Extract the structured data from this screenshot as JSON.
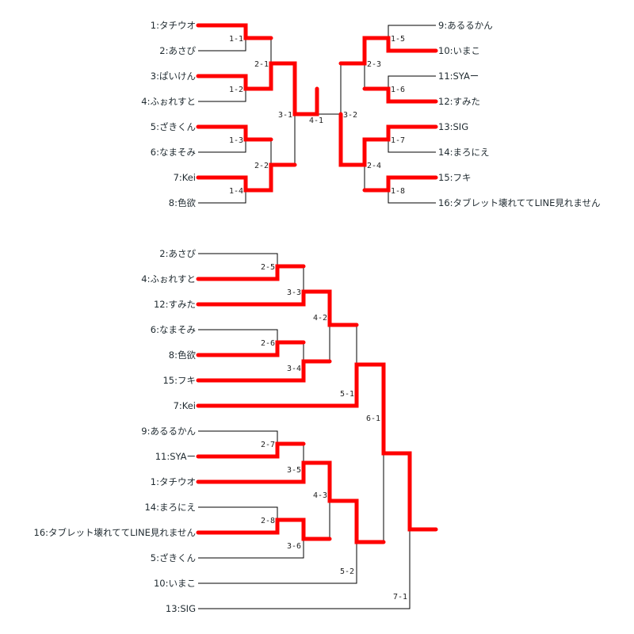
{
  "colors": {
    "winner_line": "#ff0000",
    "loser_line": "#000000",
    "text": "#1f2a30"
  },
  "main_bracket": {
    "left_entrants": [
      "1:タチウオ",
      "2:あさぴ",
      "3:ぱいけん",
      "4:ふぉれすと",
      "5:ざきくん",
      "6:なまそみ",
      "7:Kei",
      "8:色欲"
    ],
    "right_entrants": [
      "9:あるるかん",
      "10:いまこ",
      "11:SYAー",
      "12:すみた",
      "13:SIG",
      "14:まろにえ",
      "15:フキ",
      "16:タブレット壊れててLINE見れません"
    ],
    "matches": [
      "1-1",
      "1-2",
      "1-3",
      "1-4",
      "2-1",
      "2-2",
      "3-1",
      "4-1",
      "1-5",
      "1-6",
      "1-7",
      "1-8",
      "2-3",
      "2-4",
      "3-2"
    ]
  },
  "consolation_bracket": {
    "entrants": [
      "2:あさぴ",
      "4:ふぉれすと",
      "12:すみた",
      "6:なまそみ",
      "8:色欲",
      "15:フキ",
      "7:Kei",
      "9:あるるかん",
      "11:SYAー",
      "1:タチウオ",
      "14:まろにえ",
      "16:タブレット壊れててLINE見れません",
      "5:ざきくん",
      "10:いまこ",
      "13:SIG"
    ],
    "matches": [
      "2-5",
      "3-3",
      "4-2",
      "2-6",
      "3-4",
      "5-1",
      "6-1",
      "2-7",
      "3-5",
      "2-8",
      "3-6",
      "4-3",
      "5-2",
      "7-1"
    ]
  }
}
